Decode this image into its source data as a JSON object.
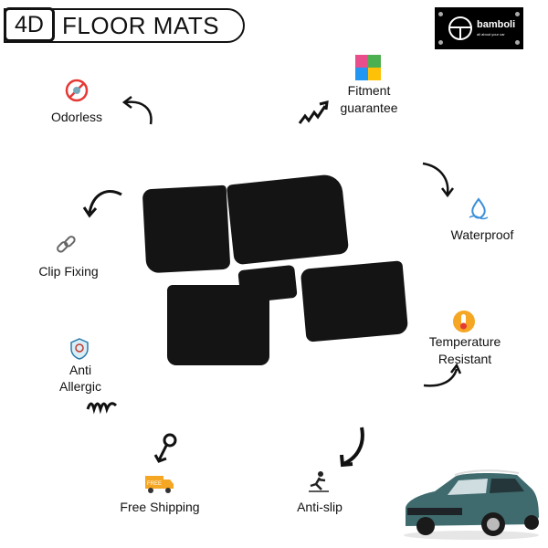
{
  "header": {
    "badge_prefix": "4D",
    "badge_title": "FLOOR MATS"
  },
  "logo": {
    "brand": "bamboli",
    "tagline": "all about your car"
  },
  "features": [
    {
      "label": "Odorless",
      "icon": "no-smell-icon"
    },
    {
      "label": "Fitment guarantee",
      "icon": "puzzle-icon"
    },
    {
      "label": "Waterproof",
      "icon": "water-drop-icon"
    },
    {
      "label": "Clip Fixing",
      "icon": "chain-link-icon"
    },
    {
      "label": "Temperature Resistant",
      "icon": "thermometer-icon"
    },
    {
      "label": "Anti Allergic",
      "icon": "allergy-shield-icon"
    },
    {
      "label": "Free Shipping",
      "icon": "delivery-truck-icon"
    },
    {
      "label": "Anti-slip",
      "icon": "slip-icon"
    }
  ],
  "colors": {
    "text": "#111111",
    "mat": "#141414",
    "car": "#3f6b6e"
  }
}
